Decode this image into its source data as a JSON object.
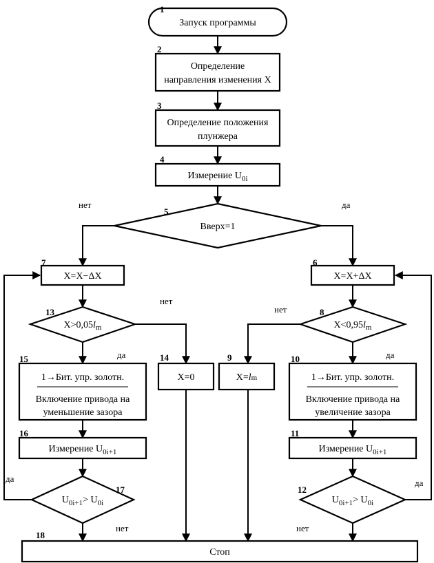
{
  "blocks": {
    "b1": {
      "num": "1",
      "text": "Запуск программы"
    },
    "b2": {
      "num": "2",
      "line1": "Определение",
      "line2": "направления изменения X"
    },
    "b3": {
      "num": "3",
      "line1": "Определение положения",
      "line2": "плунжера"
    },
    "b4": {
      "num": "4",
      "text": "Измерение U",
      "sub": "0i"
    },
    "b5": {
      "num": "5",
      "text": "Вверх=1"
    },
    "b6": {
      "num": "6",
      "text": "X=X+ΔX"
    },
    "b7": {
      "num": "7",
      "text": "X=X−ΔX"
    },
    "b8": {
      "num": "8",
      "text": "X<0,95",
      "ital": "l",
      "sub": "m"
    },
    "b9": {
      "num": "9",
      "text": "X=",
      "ital": "l",
      "sub": "m"
    },
    "b10": {
      "num": "10",
      "line1": "1→Бит. упр. золотн.",
      "line2": "Включение привода на",
      "line3": "увеличение зазора"
    },
    "b11": {
      "num": "11",
      "text": "Измерение U",
      "sub": "0i+1"
    },
    "b12": {
      "num": "12",
      "left": "U",
      "left_sub": "0i+1",
      "op": "> U",
      "right_sub": "0i"
    },
    "b13": {
      "num": "13",
      "text": "X>0,05",
      "ital": "l",
      "sub": "m"
    },
    "b14": {
      "num": "14",
      "text": "X=0"
    },
    "b15": {
      "num": "15",
      "line1": "1→Бит. упр. золотн.",
      "line2": "Включение привода на",
      "line3": "уменьшение зазора"
    },
    "b16": {
      "num": "16",
      "text": "Измерение U",
      "sub": "0i+1"
    },
    "b17": {
      "num": "17",
      "left": "U",
      "left_sub": "0i+1",
      "op": "> U",
      "right_sub": "0i"
    },
    "b18": {
      "num": "18",
      "text": "Стоп"
    }
  },
  "labels": {
    "yes": "да",
    "no": "нет"
  }
}
